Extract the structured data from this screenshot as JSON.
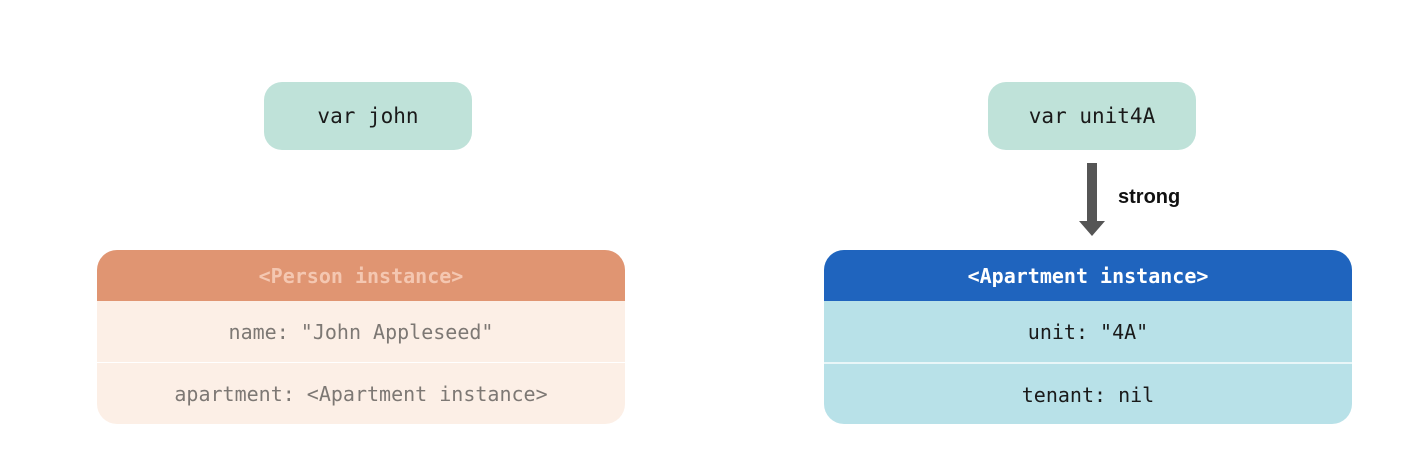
{
  "variables": {
    "john": "var john",
    "unit4A": "var unit4A"
  },
  "person_instance": {
    "header": "<Person instance>",
    "rows": [
      "name: \"John Appleseed\"",
      "apartment: <Apartment instance>"
    ]
  },
  "apartment_instance": {
    "header": "<Apartment instance>",
    "rows": [
      "unit: \"4A\"",
      "tenant: nil"
    ]
  },
  "reference": {
    "label": "strong"
  },
  "colors": {
    "variable_box": "#bfe2d9",
    "person_header": "#e09572",
    "person_body": "#fcefe6",
    "apartment_header": "#1f64be",
    "apartment_body": "#b8e1e8",
    "arrow": "#555555"
  }
}
